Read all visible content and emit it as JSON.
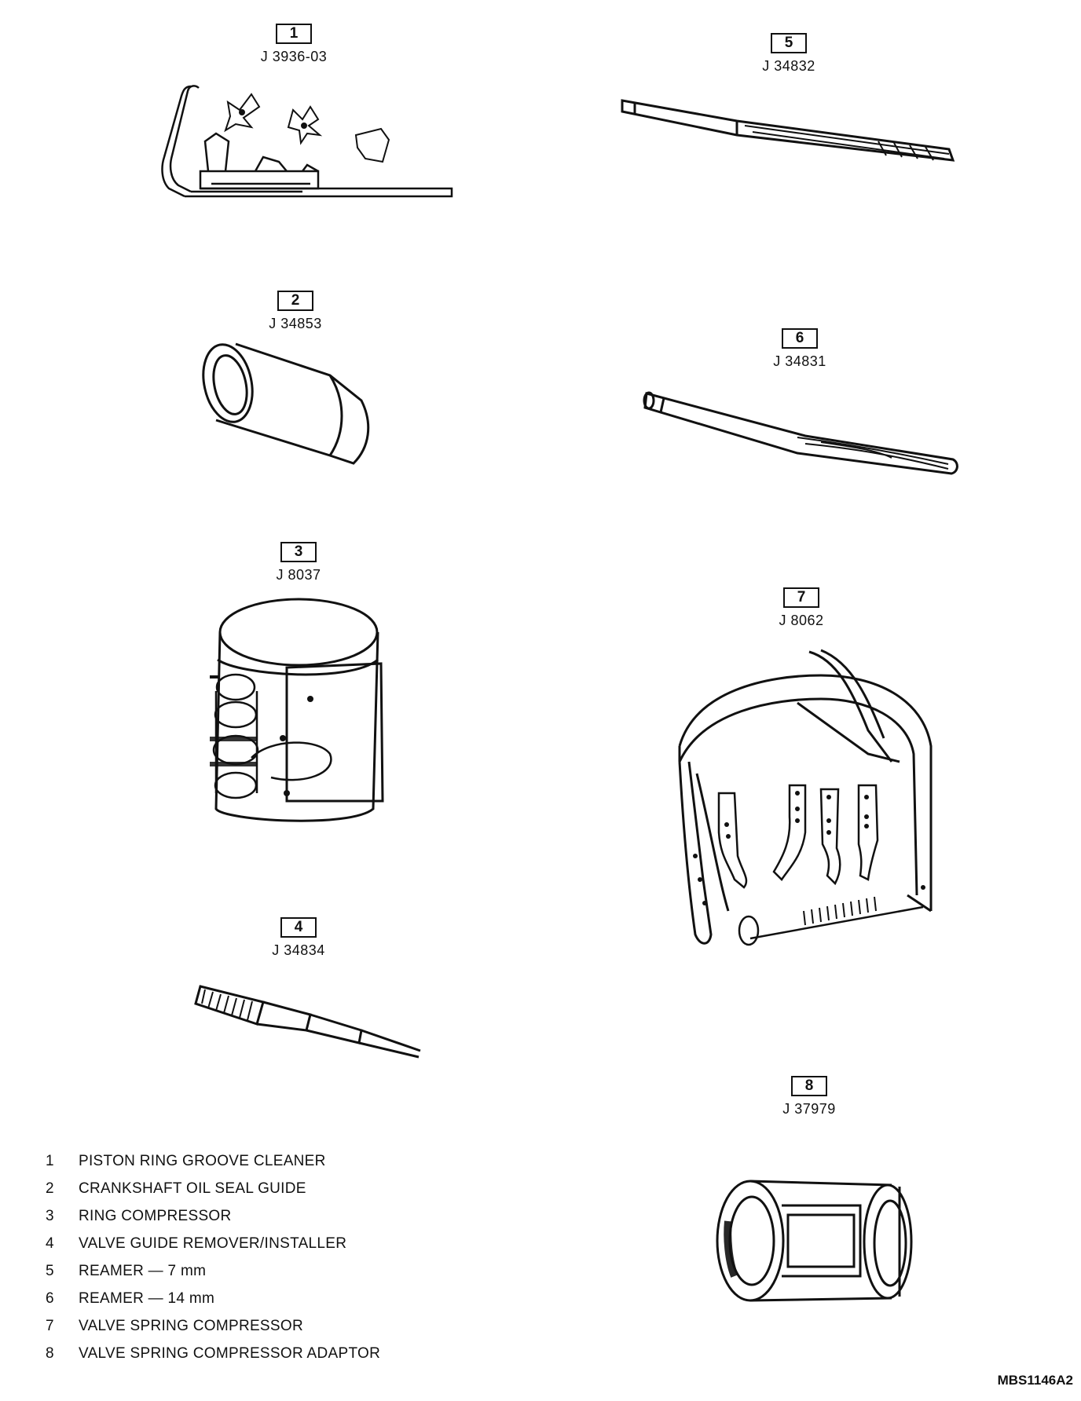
{
  "tools": [
    {
      "num": "1",
      "part": "J 3936-03"
    },
    {
      "num": "2",
      "part": "J 34853"
    },
    {
      "num": "3",
      "part": "J 8037"
    },
    {
      "num": "4",
      "part": "J 34834"
    },
    {
      "num": "5",
      "part": "J 34832"
    },
    {
      "num": "6",
      "part": "J 34831"
    },
    {
      "num": "7",
      "part": "J 8062"
    },
    {
      "num": "8",
      "part": "J 37979"
    }
  ],
  "legend": [
    {
      "num": "1",
      "text": "PISTON RING GROOVE CLEANER"
    },
    {
      "num": "2",
      "text": "CRANKSHAFT OIL SEAL GUIDE"
    },
    {
      "num": "3",
      "text": "RING COMPRESSOR"
    },
    {
      "num": "4",
      "text": "VALVE GUIDE REMOVER/INSTALLER"
    },
    {
      "num": "5",
      "text": "REAMER — 7 mm"
    },
    {
      "num": "6",
      "text": "REAMER — 14 mm"
    },
    {
      "num": "7",
      "text": "VALVE SPRING COMPRESSOR"
    },
    {
      "num": "8",
      "text": "VALVE SPRING COMPRESSOR ADAPTOR"
    }
  ],
  "figure_id": "MBS1146A2"
}
